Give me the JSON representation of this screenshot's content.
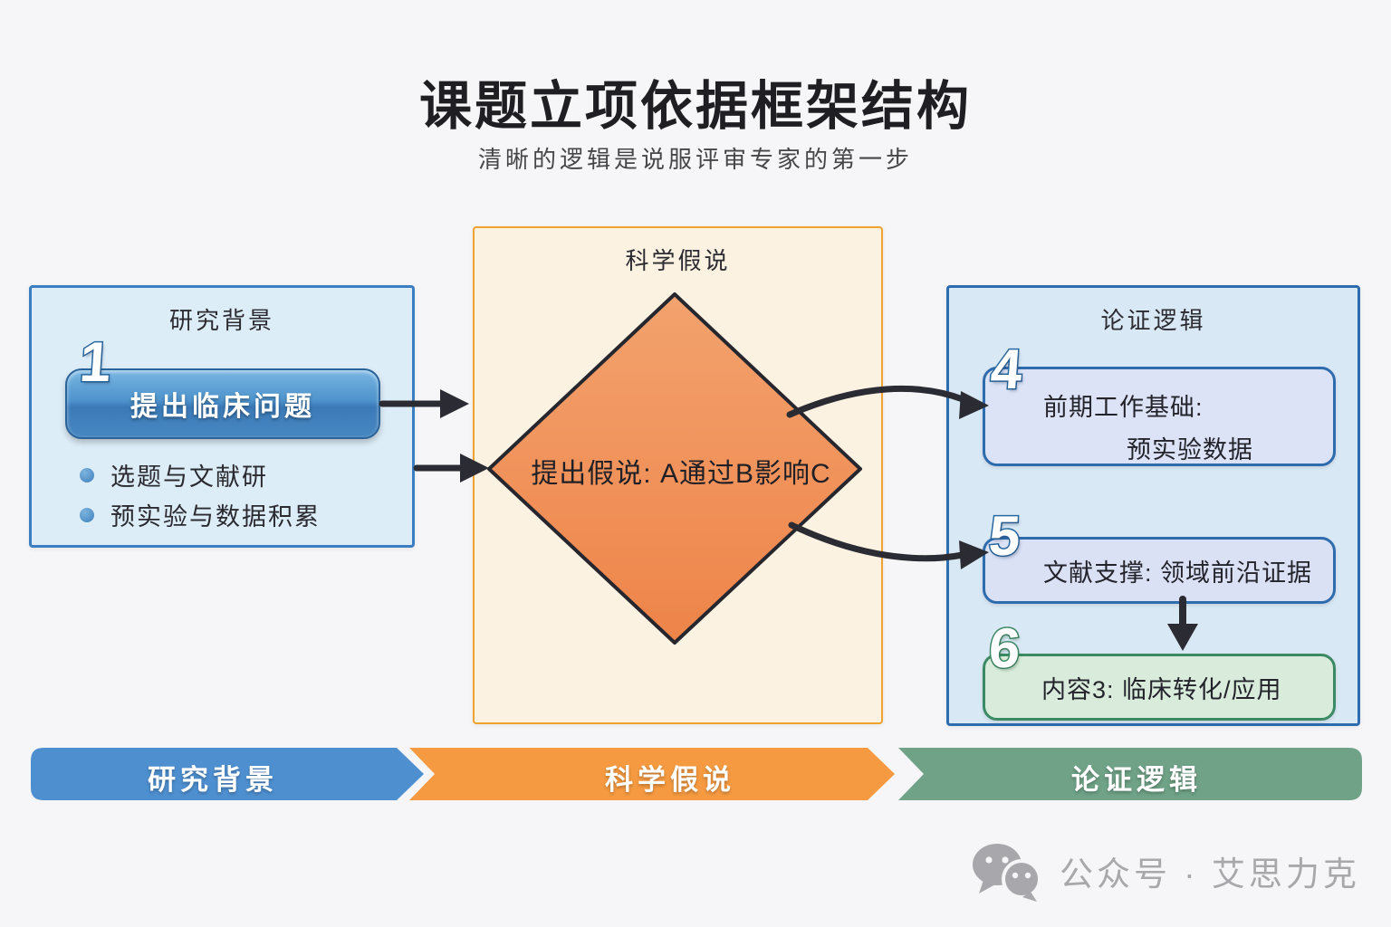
{
  "title": "课题立项依据框架结构",
  "subtitle": "清晰的逻辑是说服评审专家的第一步",
  "background_panel": {
    "header": "研究背景",
    "step_number": "1",
    "step_label": "提出临床问题",
    "bullets": [
      "选题与文献研",
      "预实验与数据积累"
    ]
  },
  "hypothesis_panel": {
    "header": "科学假说",
    "diamond_text": "提出假说: A通过B影响C"
  },
  "logic_panel": {
    "header": "论证逻辑",
    "items": [
      {
        "number": "4",
        "line1": "前期工作基础:",
        "line2": "预实验数据"
      },
      {
        "number": "5",
        "text": "文献支撑: 领域前沿证据"
      },
      {
        "number": "6",
        "text": "内容3: 临床转化/应用"
      }
    ]
  },
  "banner": {
    "segments": [
      {
        "label": "研究背景",
        "color": "#4e8fd0"
      },
      {
        "label": "科学假说",
        "color": "#f59a40"
      },
      {
        "label": "论证逻辑",
        "color": "#6fa287"
      }
    ]
  },
  "watermark": {
    "icon": "wechat-icon",
    "text": "公众号 · 艾思力克"
  },
  "colors": {
    "page_background": "#f6f6f8",
    "left_panel_fill": "#ddedf8",
    "left_panel_border": "#3b7ec2",
    "middle_panel_fill": "#fcf2e1",
    "middle_panel_border": "#f1a12f",
    "right_panel_fill": "#d9e8f5",
    "right_panel_border": "#2d6cae",
    "diamond_fill": "#ef8c52",
    "diamond_border": "#26262e",
    "button_blue": "#3d7cb8",
    "card_blue_fill": "#dde3f6",
    "card_green_fill": "#d9ecdb",
    "card_green_border": "#3c8a63",
    "arrow_color": "#2b2b33",
    "watermark_gray": "#a8a8ac"
  }
}
